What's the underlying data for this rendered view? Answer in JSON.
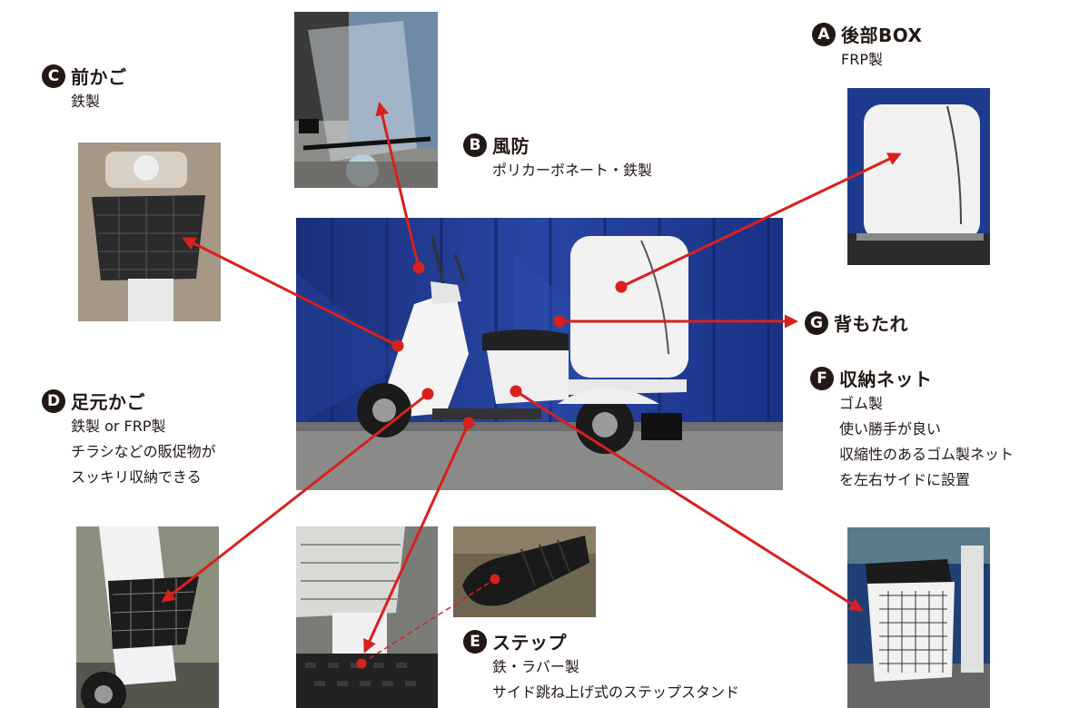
{
  "colors": {
    "arrow": "#d8211e",
    "badge": "#231815",
    "wall_blue": "#1f3d8f",
    "body_white": "#f3f3f3"
  },
  "parts": {
    "A": {
      "badge": "A",
      "title": "後部BOX",
      "desc": [
        "FRP製"
      ]
    },
    "B": {
      "badge": "B",
      "title": "風防",
      "desc": [
        "ポリカーボネート・鉄製"
      ]
    },
    "C": {
      "badge": "C",
      "title": "前かご",
      "desc": [
        "鉄製"
      ]
    },
    "D": {
      "badge": "D",
      "title": "足元かご",
      "desc": [
        "鉄製 or FRP製",
        "チラシなどの販促物が",
        "スッキリ収納できる"
      ]
    },
    "E": {
      "badge": "E",
      "title": "ステップ",
      "desc": [
        "鉄・ラバー製",
        "サイド跳ね上げ式のステップスタンド"
      ]
    },
    "F": {
      "badge": "F",
      "title": "収納ネット",
      "desc": [
        "ゴム製",
        "使い勝手が良い",
        "収縮性のあるゴム製ネット",
        "を左右サイドに設置"
      ]
    },
    "G": {
      "badge": "G",
      "title": "背もたれ",
      "desc": []
    }
  }
}
